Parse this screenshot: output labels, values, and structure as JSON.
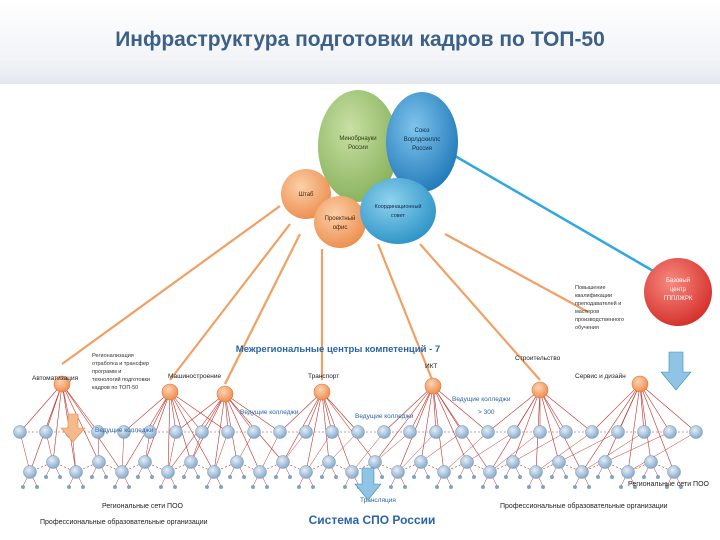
{
  "slide": {
    "title": "Инфраструктура подготовки кадров по ТОП-50"
  },
  "bubbles": [
    {
      "id": "minobr",
      "lines": [
        "Минобрнауки",
        "России"
      ],
      "color": "#9cc06f"
    },
    {
      "id": "ws",
      "lines": [
        "Союз",
        "Ворлдскиллс",
        "Россия"
      ],
      "color": "#2e8bc9"
    },
    {
      "id": "shtab",
      "lines": [
        "Штаб"
      ],
      "color": "#f0a064"
    },
    {
      "id": "office",
      "lines": [
        "Проектный",
        "офис"
      ],
      "color": "#f0a064"
    },
    {
      "id": "council",
      "lines": [
        "Координационный",
        "совет"
      ],
      "color": "#2e9ccb"
    },
    {
      "id": "base",
      "lines": [
        "Базовый",
        "центр",
        "ГППЛЖРК"
      ],
      "color": "#e84040"
    }
  ],
  "centers_title": "Межрегиональные центры  компетенций - 7",
  "centers": [
    {
      "id": "auto",
      "label": "Автоматизация"
    },
    {
      "id": "mach",
      "label": "Машиностроение"
    },
    {
      "id": "trans",
      "label": "Транспорт"
    },
    {
      "id": "ikt",
      "label": "ИКТ"
    },
    {
      "id": "build",
      "label": "Строительство"
    },
    {
      "id": "serv",
      "label": "Сервис и дизайн"
    }
  ],
  "notes": {
    "left": [
      "Регионализация",
      "отработка и трансфер",
      "программ и",
      "технологий подготовки",
      "кадров по ТОП-50"
    ],
    "right": [
      "Повышение",
      "квалификации",
      "преподавателей и",
      "мастеров",
      "производственного",
      "обучения"
    ]
  },
  "labels": {
    "leading_colleges_1": "Ведущие колледжи",
    "leading_colleges_2": "Ведущие колледжи",
    "leading_colleges_3": "Ведущие колледжи",
    "leading_colleges_4": "Ведущие колледжи",
    "count_300": "> 300",
    "regional_left": "Региональные сети ПОО",
    "regional_right": "Региональные сети ПОО",
    "translation": "Трансляция",
    "prof_left": "Профессиональные образовательные организации",
    "prof_right": "Профессиональные образовательные организации",
    "system_title": "Система СПО России"
  },
  "colors": {
    "title": "#3d6186",
    "orange_line": "#f0a064",
    "blue_line": "#2ea8e0",
    "red_line": "#c0302a",
    "text_blue": "#2a64a8",
    "center_node": "#f29a60",
    "college_node": "#8fb3d4"
  }
}
